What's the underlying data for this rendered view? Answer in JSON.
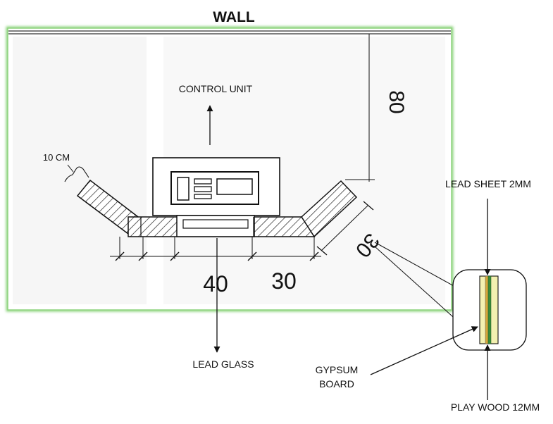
{
  "title": "WALL",
  "labels": {
    "control_unit": "CONTROL UNIT",
    "ten_cm": "10 CM",
    "lead_sheet": "LEAD SHEET 2MM",
    "lead_glass": "LEAD GLASS",
    "gypsum_line1": "GYPSUM",
    "gypsum_line2": "BOARD",
    "ply_wood": "PLAY WOOD 12MM"
  },
  "dimensions": {
    "height": "80",
    "angled": "30",
    "center": "40",
    "side": "30"
  },
  "colors": {
    "room_border": "#8fd47f",
    "gypsum": "#f3f0b0",
    "lead": "#d4a73a",
    "plywood": "#3a8a3a"
  }
}
